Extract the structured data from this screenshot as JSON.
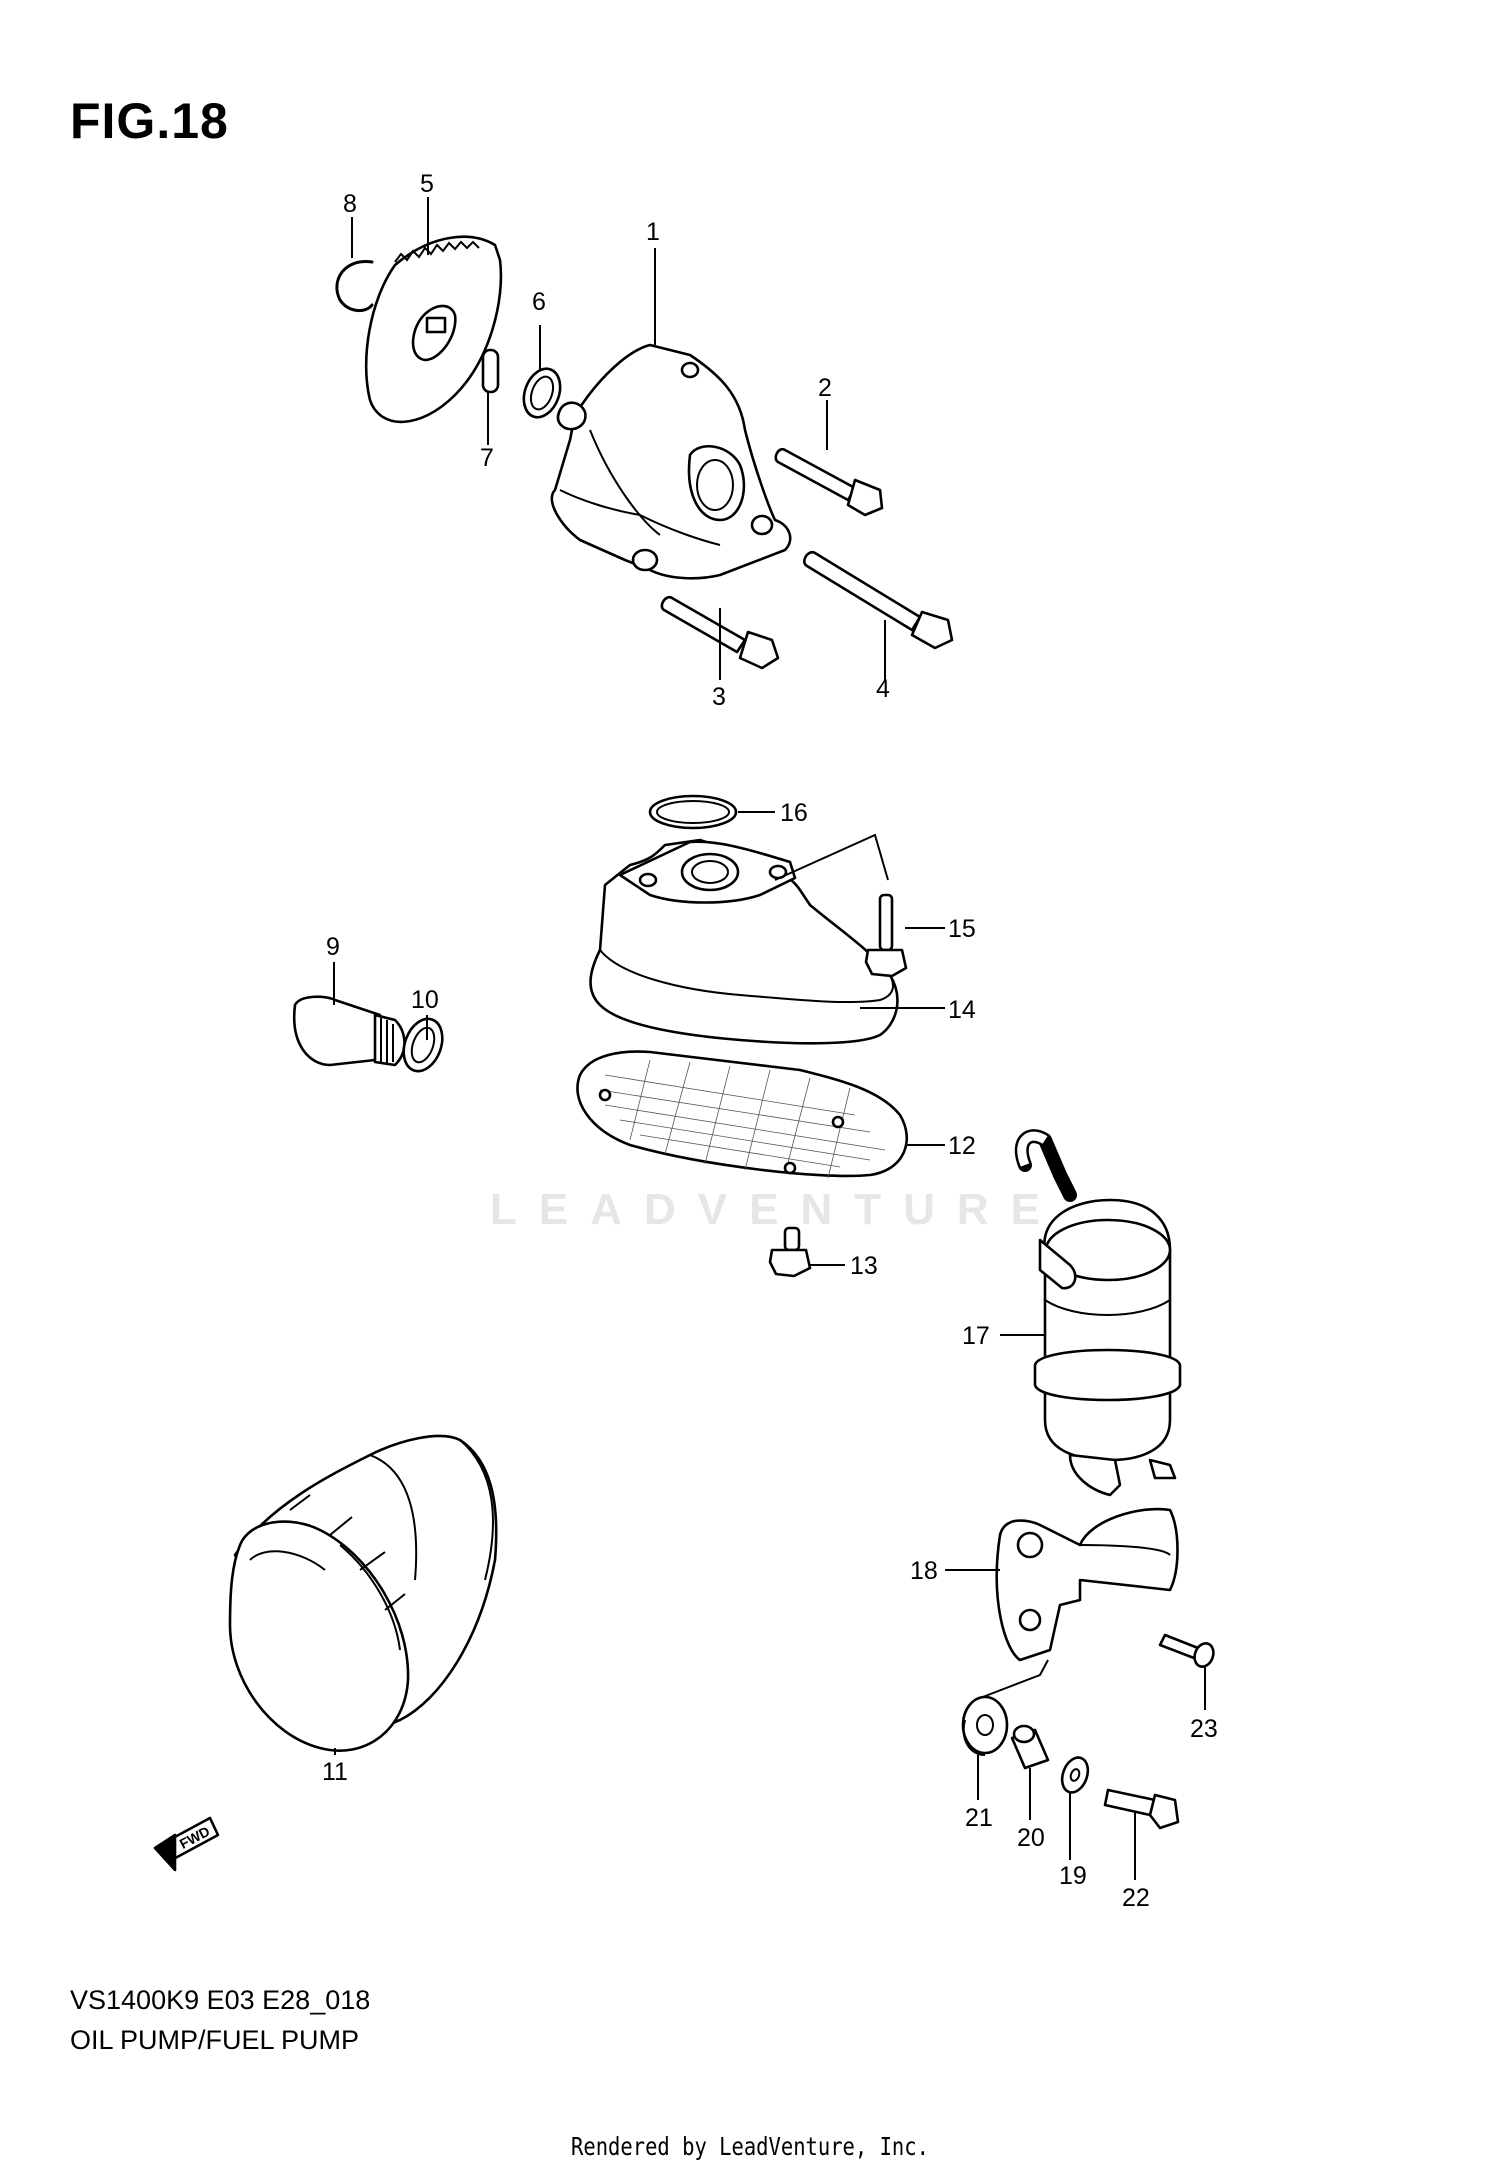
{
  "figure_title": "FIG.18",
  "model_code": "VS1400K9 E03 E28_018",
  "diagram_name": "OIL PUMP/FUEL PUMP",
  "footer": "Rendered by LeadVenture, Inc.",
  "watermark": "LEADVENTURE",
  "fwd_label": "FWD",
  "callouts": [
    "1",
    "2",
    "3",
    "4",
    "5",
    "6",
    "7",
    "8",
    "9",
    "10",
    "11",
    "12",
    "13",
    "14",
    "15",
    "16",
    "17",
    "18",
    "19",
    "20",
    "21",
    "22",
    "23"
  ]
}
